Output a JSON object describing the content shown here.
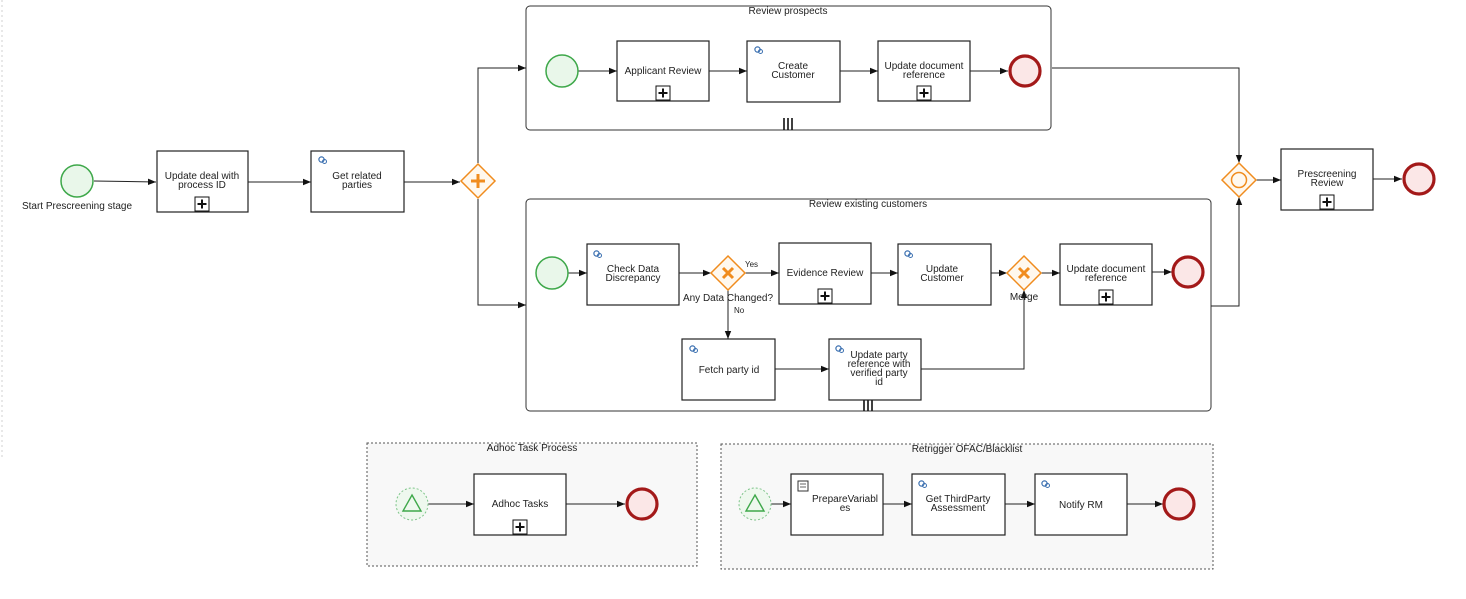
{
  "diagram": {
    "start_main_label": "Start Prescreening stage",
    "tasks": {
      "update_deal": [
        "Update deal with",
        "process ID"
      ],
      "get_related": [
        "Get related",
        "parties"
      ],
      "prescreening_review": [
        "Prescreening",
        "Review"
      ],
      "applicant_review": [
        "Applicant Review"
      ],
      "create_customer": [
        "Create",
        "Customer"
      ],
      "update_doc_ref_1": [
        "Update document",
        "reference"
      ],
      "check_data": [
        "Check Data",
        "Discrepancy"
      ],
      "evidence_review": [
        "Evidence Review"
      ],
      "update_customer": [
        "Update",
        "Customer"
      ],
      "update_doc_ref_2": [
        "Update document",
        "reference"
      ],
      "fetch_party": [
        "Fetch party id"
      ],
      "update_party_ref": [
        "Update party",
        "reference with",
        "verified party",
        "id"
      ],
      "adhoc_tasks": [
        "Adhoc Tasks"
      ],
      "prepare_variables": [
        "PrepareVariabl",
        "es"
      ],
      "get_third_party": [
        "Get ThirdParty",
        "Assessment"
      ],
      "notify_rm": [
        "Notify RM"
      ]
    },
    "containers": {
      "review_prospects": "Review prospects",
      "review_existing": "Review existing customers",
      "adhoc_process": "Adhoc Task Process",
      "retrigger": "Retrigger OFAC/Blacklist"
    },
    "gateway_labels": {
      "any_data_changed": "Any Data Changed?",
      "merge": "Merge"
    },
    "flow_labels": {
      "yes": "Yes",
      "no": "No"
    },
    "colors": {
      "start_fill": "#e9f7ea",
      "start_stroke": "#3ea84a",
      "end_fill": "#fbe7e7",
      "end_stroke": "#a31919",
      "gateway_stroke": "#f08c1e",
      "service_icon": "#3a6fb0"
    },
    "icons": {
      "service_task": "gear-icon",
      "script_task": "script-icon",
      "subprocess": "plus-marker-icon",
      "multi_instance": "parallel-multi-instance-icon",
      "parallel_gateway": "plus-icon",
      "exclusive_gateway": "x-icon",
      "event_gateway": "circle-icon",
      "signal_start": "triangle-icon"
    }
  }
}
